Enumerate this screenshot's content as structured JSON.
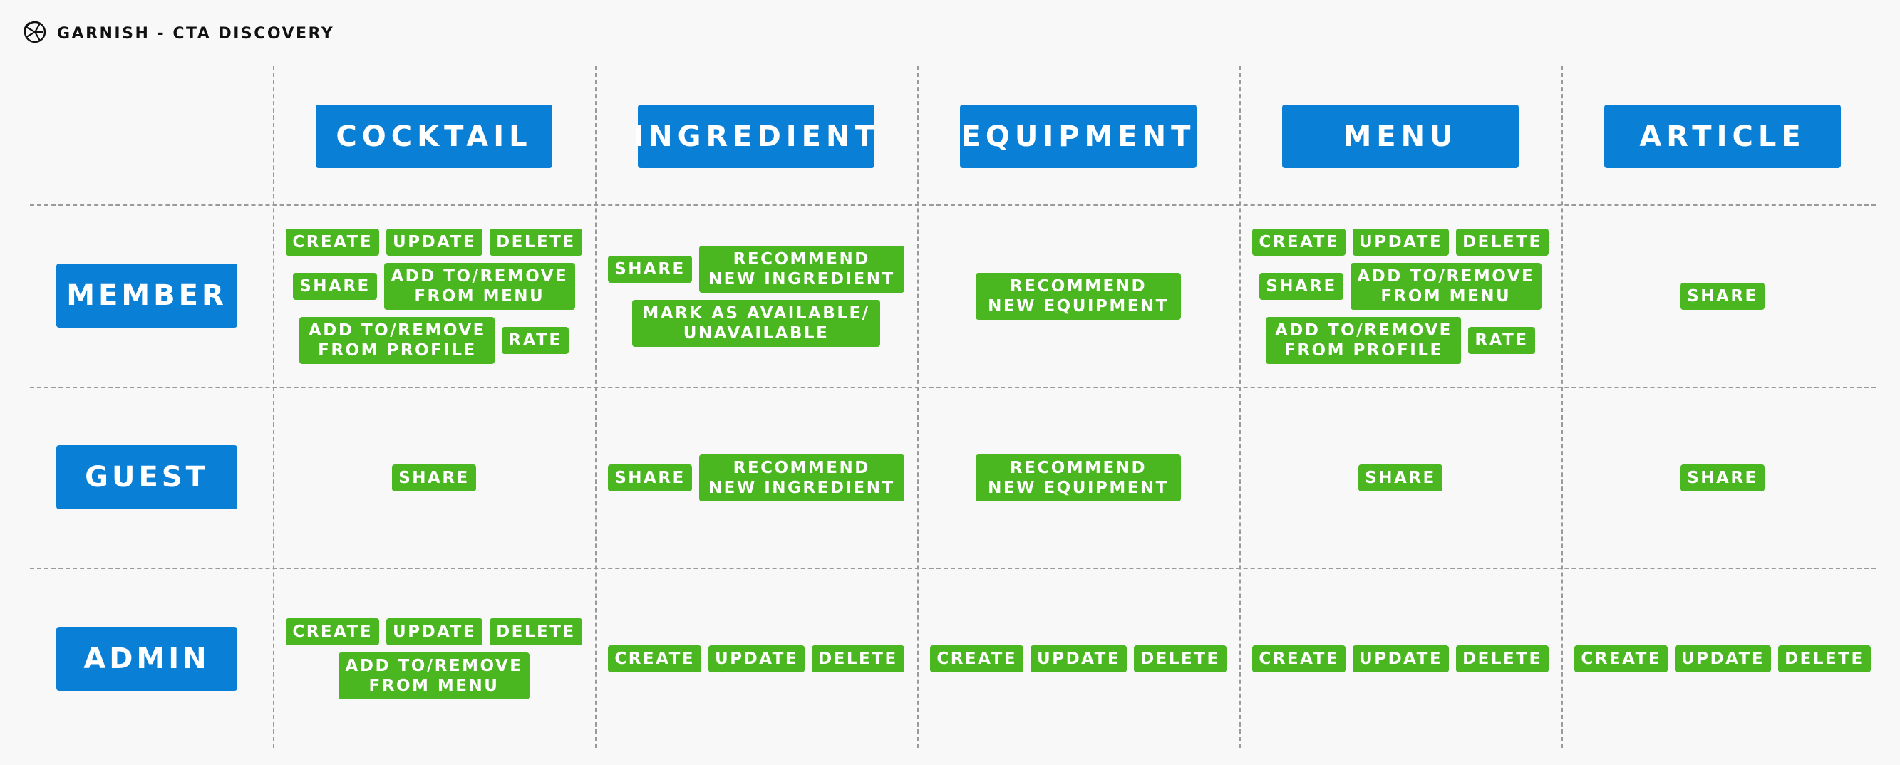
{
  "header": {
    "title": "GARNISH - CTA DISCOVERY",
    "logo_icon": "citrus-slice-icon"
  },
  "columns": [
    "COCKTAIL",
    "INGREDIENT",
    "EQUIPMENT",
    "MENU",
    "ARTICLE"
  ],
  "rows": [
    "MEMBER",
    "GUEST",
    "ADMIN"
  ],
  "cells": {
    "member": {
      "cocktail": [
        [
          "CREATE",
          "UPDATE",
          "DELETE"
        ],
        [
          "SHARE",
          "ADD TO/REMOVE FROM MENU"
        ],
        [
          "ADD TO/REMOVE FROM PROFILE",
          "RATE"
        ]
      ],
      "ingredient": [
        [
          "SHARE",
          "RECOMMEND NEW INGREDIENT"
        ],
        [
          "MARK AS AVAILABLE/ UNAVAILABLE"
        ]
      ],
      "equipment": [
        [
          "RECOMMEND NEW EQUIPMENT"
        ]
      ],
      "menu": [
        [
          "CREATE",
          "UPDATE",
          "DELETE"
        ],
        [
          "SHARE",
          "ADD TO/REMOVE FROM MENU"
        ],
        [
          "ADD TO/REMOVE FROM PROFILE",
          "RATE"
        ]
      ],
      "article": [
        [
          "SHARE"
        ]
      ]
    },
    "guest": {
      "cocktail": [
        [
          "SHARE"
        ]
      ],
      "ingredient": [
        [
          "SHARE",
          "RECOMMEND NEW INGREDIENT"
        ]
      ],
      "equipment": [
        [
          "RECOMMEND NEW EQUIPMENT"
        ]
      ],
      "menu": [
        [
          "SHARE"
        ]
      ],
      "article": [
        [
          "SHARE"
        ]
      ]
    },
    "admin": {
      "cocktail": [
        [
          "CREATE",
          "UPDATE",
          "DELETE"
        ],
        [
          "ADD TO/REMOVE FROM MENU"
        ]
      ],
      "ingredient": [
        [
          "CREATE",
          "UPDATE",
          "DELETE"
        ]
      ],
      "equipment": [
        [
          "CREATE",
          "UPDATE",
          "DELETE"
        ]
      ],
      "menu": [
        [
          "CREATE",
          "UPDATE",
          "DELETE"
        ]
      ],
      "article": [
        [
          "CREATE",
          "UPDATE",
          "DELETE"
        ]
      ]
    }
  },
  "colors": {
    "header_blue": "#0a7fd6",
    "action_green": "#4ab620",
    "divider": "#9a9a9a",
    "background": "#f8f8f8"
  }
}
